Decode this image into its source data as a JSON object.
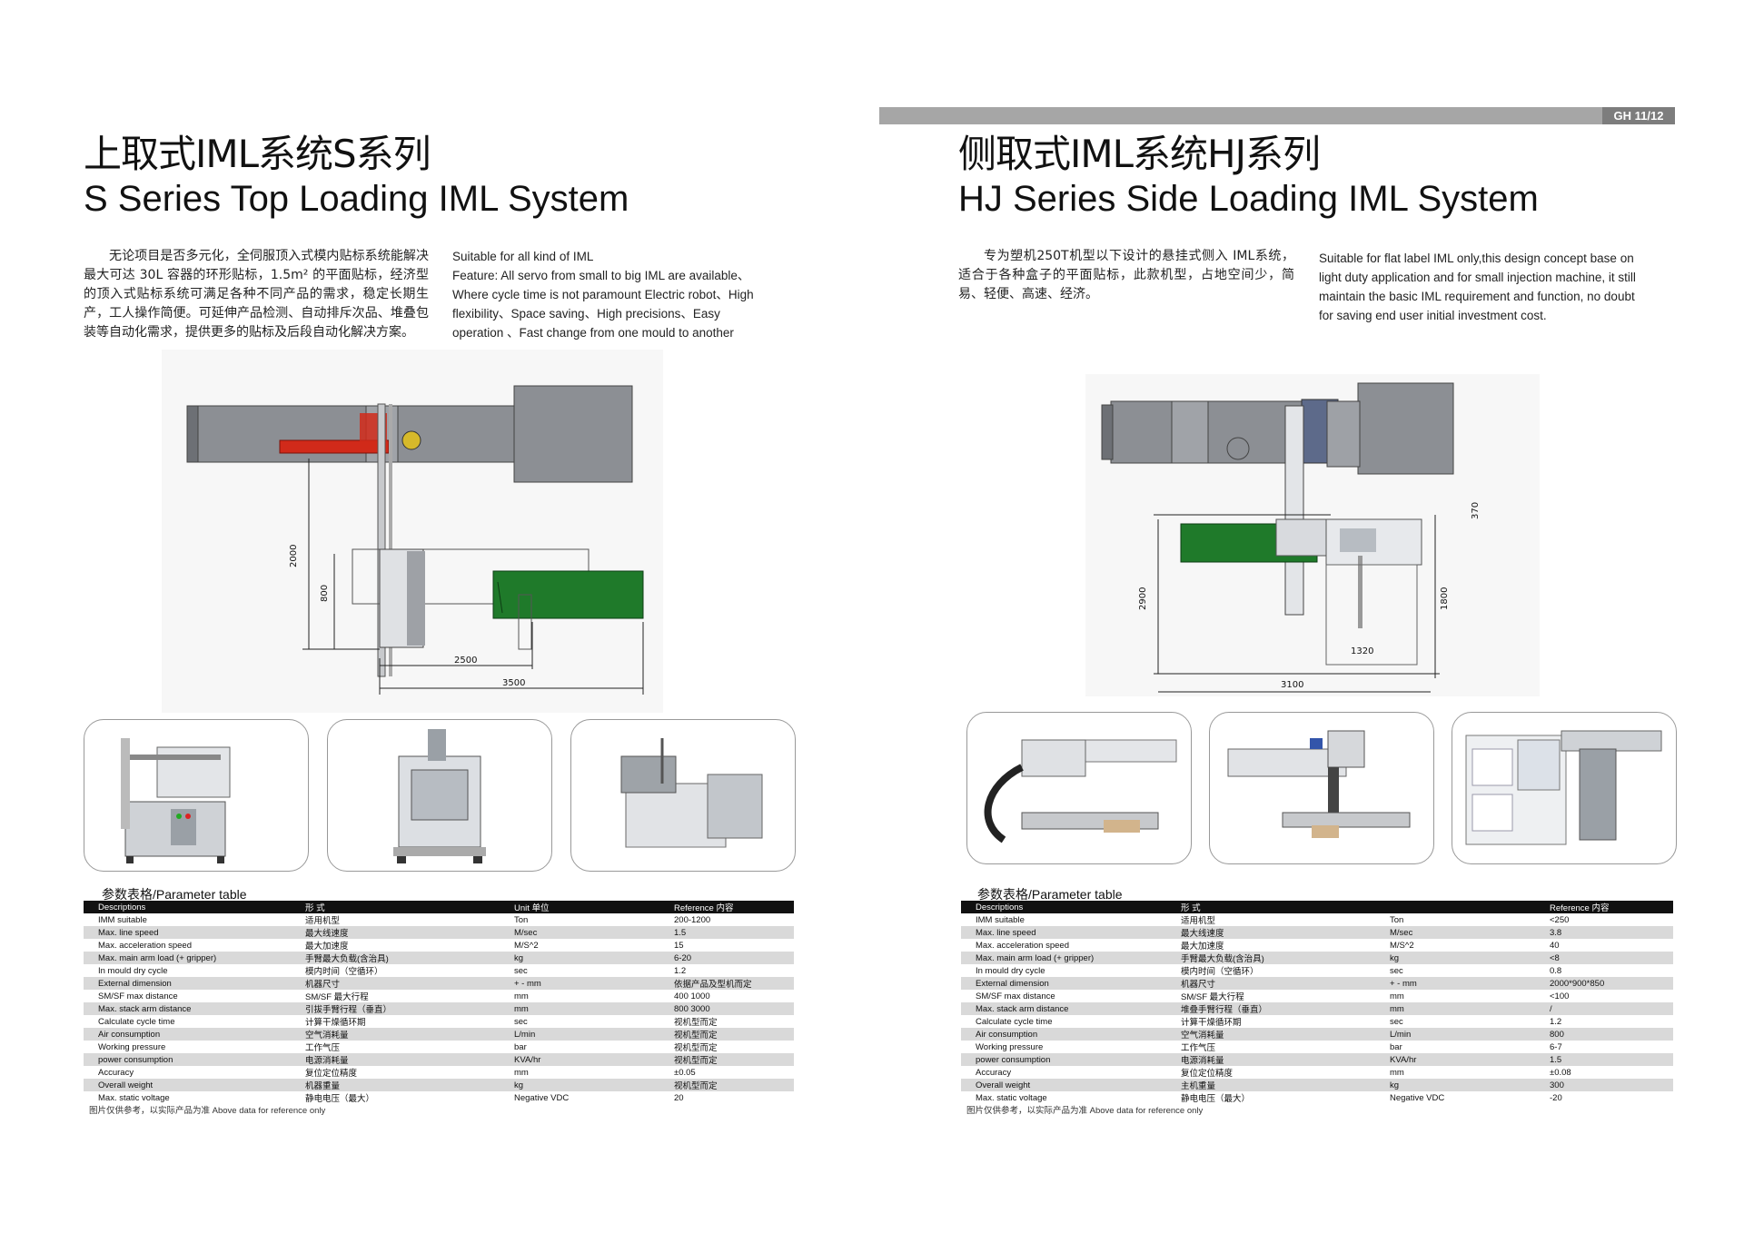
{
  "header": {
    "page_number": "GH 11/12"
  },
  "left": {
    "title_cn": "上取式IML系统S系列",
    "title_en": "S Series Top Loading IML System",
    "desc_cn": "无论项目是否多元化，全伺服顶入式模内贴标系统能解决最大可达 30L 容器的环形贴标，1.5m² 的平面贴标，经济型的顶入式贴标系统可满足各种不同产品的需求，稳定长期生产，工人操作简便。可延伸产品检测、自动排斥次品、堆叠包装等自动化需求，提供更多的贴标及后段自动化解决方案。",
    "desc_en": [
      "Suitable for all kind of IML",
      "Feature: All servo from small to big IML are available、",
      "Where cycle time is not paramount  Electric robot、High",
      "flexibility、Space saving、High precisions、Easy",
      "operation 、Fast change from one mould to another"
    ],
    "dims": [
      "2000",
      "800",
      "2500",
      "3500"
    ],
    "table_title": "参数表格/Parameter table",
    "headers": [
      "Descriptions",
      "形   式",
      "Unit 单位",
      "Reference  内容"
    ],
    "rows": [
      [
        "IMM suitable",
        "适用机型",
        "Ton",
        "200-1200"
      ],
      [
        "Max. line speed",
        "最大线速度",
        "M/sec",
        "1.5"
      ],
      [
        "Max. acceleration speed",
        "最大加速度",
        "M/S^2",
        "15"
      ],
      [
        "Max. main arm load (+ gripper)",
        "手臂最大负载(含治具)",
        "kg",
        "6-20"
      ],
      [
        "In mould dry cycle",
        "模内时间（空循环）",
        "sec",
        "1.2"
      ],
      [
        "External dimension",
        "机器尺寸",
        "+ - mm",
        "依据产品及型机而定"
      ],
      [
        "SM/SF max distance",
        "SM/SF 最大行程",
        "mm",
        "400 1000"
      ],
      [
        "Max. stack arm distance",
        "引拔手臂行程（垂直）",
        "mm",
        "800 3000"
      ],
      [
        "Calculate cycle time",
        "计算干燥循环期",
        "sec",
        "视机型而定"
      ],
      [
        "Air consumption",
        "空气消耗量",
        "L/min",
        "视机型而定"
      ],
      [
        "Working pressure",
        "工作气压",
        "bar",
        "视机型而定"
      ],
      [
        "power consumption",
        "电源消耗量",
        "KVA/hr",
        "视机型而定"
      ],
      [
        "Accuracy",
        "复位定位精度",
        "mm",
        "±0.05"
      ],
      [
        "Overall weight",
        "机器重量",
        "kg",
        "视机型而定"
      ],
      [
        "Max. static voltage",
        "静电电压（最大）",
        "Negative VDC",
        "20"
      ]
    ],
    "footnote": "图片仅供参考，以实际产品为准  Above data for reference only"
  },
  "right": {
    "title_cn": "侧取式IML系统HJ系列",
    "title_en": "HJ Series Side Loading IML System",
    "desc_cn": "专为塑机250T机型以下设计的悬挂式侧入 IML系统，适合于各种盒子的平面贴标，此款机型，占地空间少，简易、轻便、高速、经济。",
    "desc_en": [
      "Suitable for flat label IML only,this design concept base on",
      "light duty application and for small injection machine, it still",
      "maintain the basic IML requirement and function, no doubt",
      "for saving end user initial investment cost."
    ],
    "dims": [
      "2900",
      "1800",
      "1320",
      "3100",
      "370"
    ],
    "table_title": "参数表格/Parameter table",
    "headers": [
      "Descriptions",
      "形   式",
      "",
      "Reference  内容"
    ],
    "rows": [
      [
        "IMM suitable",
        "适用机型",
        "Ton",
        "<250"
      ],
      [
        "Max. line speed",
        "最大线速度",
        "M/sec",
        "3.8"
      ],
      [
        "Max. acceleration speed",
        "最大加速度",
        "M/S^2",
        "40"
      ],
      [
        "Max. main arm load (+ gripper)",
        "手臂最大负载(含治具)",
        "kg",
        "<8"
      ],
      [
        "In mould dry cycle",
        "模内时间（空循环）",
        "sec",
        "0.8"
      ],
      [
        "External dimension",
        "机器尺寸",
        "+ - mm",
        "2000*900*850"
      ],
      [
        "SM/SF max distance",
        "SM/SF 最大行程",
        "mm",
        "<100"
      ],
      [
        "Max. stack arm distance",
        "堆叠手臂行程（垂直）",
        "mm",
        "/"
      ],
      [
        "Calculate cycle time",
        "计算干燥循环期",
        "sec",
        "1.2"
      ],
      [
        "Air consumption",
        "空气消耗量",
        "L/min",
        "800"
      ],
      [
        "Working pressure",
        "工作气压",
        "bar",
        "6-7"
      ],
      [
        "power consumption",
        "电源消耗量",
        "KVA/hr",
        "1.5"
      ],
      [
        "Accuracy",
        "复位定位精度",
        "mm",
        "±0.08"
      ],
      [
        "Overall weight",
        "主机重量",
        "kg",
        "300"
      ],
      [
        "Max. static voltage",
        "静电电压（最大）",
        "Negative VDC",
        "-20"
      ]
    ],
    "footnote": "图片仅供参考，以实际产品为准  Above data for reference only"
  },
  "colors": {
    "gripper_red": "#d12a1a",
    "conveyor_green": "#1f7a2a",
    "machine_gray": "#8c8f94",
    "band_gray": "#a6a6a6"
  }
}
